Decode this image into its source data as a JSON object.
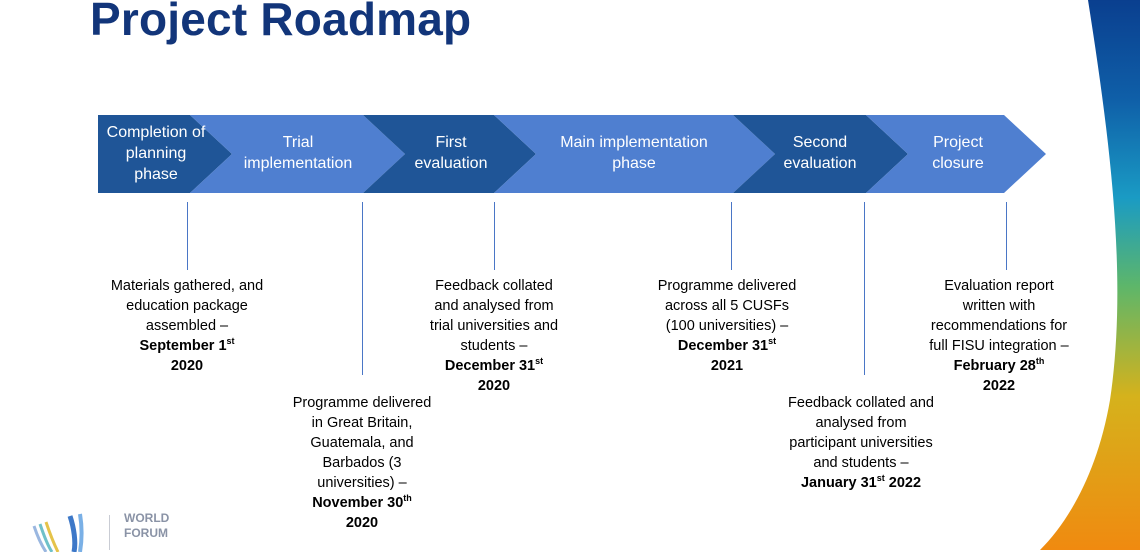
{
  "title": "Project Roadmap",
  "phases": [
    {
      "label": "Completion of planning phase"
    },
    {
      "label": "Trial implementation"
    },
    {
      "label": "First evaluation"
    },
    {
      "label": "Main implementation phase"
    },
    {
      "label": "Second evaluation"
    },
    {
      "label": "Project closure"
    }
  ],
  "milestones": [
    {
      "text": "Materials gathered, and education package assembled –",
      "date": "September 1",
      "suffix": "st",
      "year": "2020"
    },
    {
      "text": "Programme delivered in Great Britain, Guatemala, and Barbados (3 universities) –",
      "date": "November 30",
      "suffix": "th",
      "year": "2020"
    },
    {
      "text": "Feedback collated and analysed from trial universities and students –",
      "date": "December 31",
      "suffix": "st",
      "year": "2020"
    },
    {
      "text": "Programme delivered across all 5 CUSFs (100 universities) –",
      "date": "December 31",
      "suffix": "st",
      "year": "2021"
    },
    {
      "text": "Feedback collated and analysed from participant universities and students –",
      "date": "January 31",
      "suffix": "st",
      "year": "2022"
    },
    {
      "text": "Evaluation report written with recommendations for full FISU integration –",
      "date": "February 28",
      "suffix": "th",
      "year": "2022"
    }
  ],
  "logo": {
    "line1": "WORLD",
    "line2": "FORUM"
  },
  "colors": {
    "title": "#12357a",
    "dark_chevron": "#1f5597",
    "light_chevron": "#4f7fd0"
  }
}
